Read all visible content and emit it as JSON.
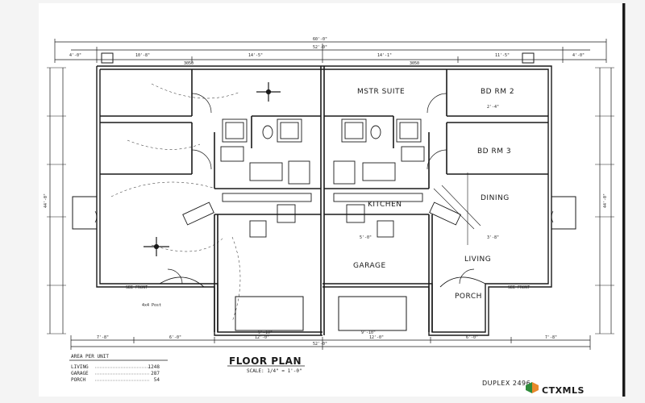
{
  "title": "FLOOR PLAN",
  "scale": "SCALE: 1/4\" = 1'-0\"",
  "sheet_id": "DUPLEX 2496",
  "rooms": {
    "mstr_suite": "MSTR SUITE",
    "bd_rm_2": "BD RM 2",
    "bd_rm_3": "BD RM 3",
    "kitchen": "KITCHEN",
    "dining": "DINING",
    "living": "LIVING",
    "garage": "GARAGE",
    "porch": "PORCH"
  },
  "area_table": {
    "heading": "AREA PER UNIT",
    "rows": [
      {
        "label": "LIVING",
        "value": "1248"
      },
      {
        "label": "GARAGE",
        "value": "287"
      },
      {
        "label": "PORCH",
        "value": "54"
      }
    ]
  },
  "dimensions": {
    "overall_top": "60'-0\"",
    "overall_inner": "52'-0\"",
    "overall_bottom": "52'-0\"",
    "top_left_1": "4'-0\"",
    "top_left_2": "10'-8\"",
    "top_left_3": "3050",
    "top_left_4": "14'-5\"",
    "top_right_1": "14'-1\"",
    "top_right_2": "3050",
    "top_right_3": "11'-5\"",
    "top_right_4": "4'-0\"",
    "left_side": "44'-0\"",
    "right_side": "44'-0\"",
    "bot_1": "7'-8\"",
    "bot_2": "6'-0\"",
    "bot_3": "12'-0\"",
    "bot_4": "12'-0\"",
    "bot_5": "6'-0\"",
    "bot_6": "7'-8\"",
    "gar_1": "9'-10\"",
    "gar_2": "9'-10\"",
    "see_front": "SEE FRONT",
    "sub_1": "2'-4\"",
    "sub_2": "3'-8\"",
    "sub_3": "5'-0\""
  },
  "notes": {
    "left_porch_note": "4x4 Post"
  },
  "watermark": {
    "brand": "CTXMLS"
  },
  "colors": {
    "line": "#1a1a1a",
    "watermark_green": "#2e8b3a",
    "watermark_orange": "#e8892b"
  }
}
